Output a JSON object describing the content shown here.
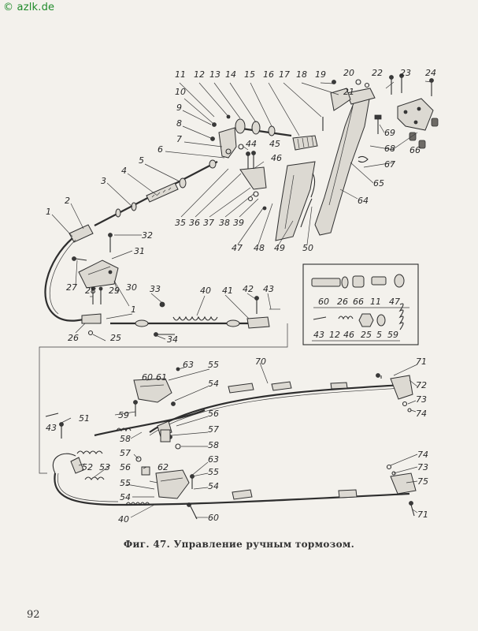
{
  "watermark": "© azlk.de",
  "caption": "Фиг. 47. Управление ручным тормозом.",
  "page_number": "92",
  "callouts": {
    "c1": "1",
    "c2": "2",
    "c3": "3",
    "c4": "4",
    "c5": "5",
    "c6": "6",
    "c7": "7",
    "c8": "8",
    "c9": "9",
    "c10": "10",
    "c11": "11",
    "c12": "12",
    "c13": "13",
    "c14": "14",
    "c15": "15",
    "c16": "16",
    "c17": "17",
    "c18": "18",
    "c19": "19",
    "c20": "20",
    "c21": "21",
    "c22": "22",
    "c23": "23",
    "c24": "24",
    "c25": "25",
    "c26": "26",
    "c27": "27",
    "c28": "28",
    "c29": "29",
    "c30": "30",
    "c31": "31",
    "c32": "32",
    "c33": "33",
    "c34": "34",
    "c35": "35",
    "c36": "36",
    "c37": "37",
    "c38": "38",
    "c39": "39",
    "c40": "40",
    "c41": "41",
    "c42": "42",
    "c43": "43",
    "c44": "44",
    "c45": "45",
    "c46": "46",
    "c47": "47",
    "c48": "48",
    "c49": "49",
    "c50": "50",
    "c51": "51",
    "c52": "52",
    "c53": "53",
    "c54": "54",
    "c55": "55",
    "c56": "56",
    "c57": "57",
    "c58": "58",
    "c59": "59",
    "c60": "60",
    "c61": "61",
    "c62": "62",
    "c63": "63",
    "c64": "64",
    "c65": "65",
    "c66": "66",
    "c67": "67",
    "c68": "68",
    "c69": "69",
    "c70": "70",
    "c71": "71",
    "c72": "72",
    "c73": "73",
    "c74": "74",
    "c75": "75"
  }
}
